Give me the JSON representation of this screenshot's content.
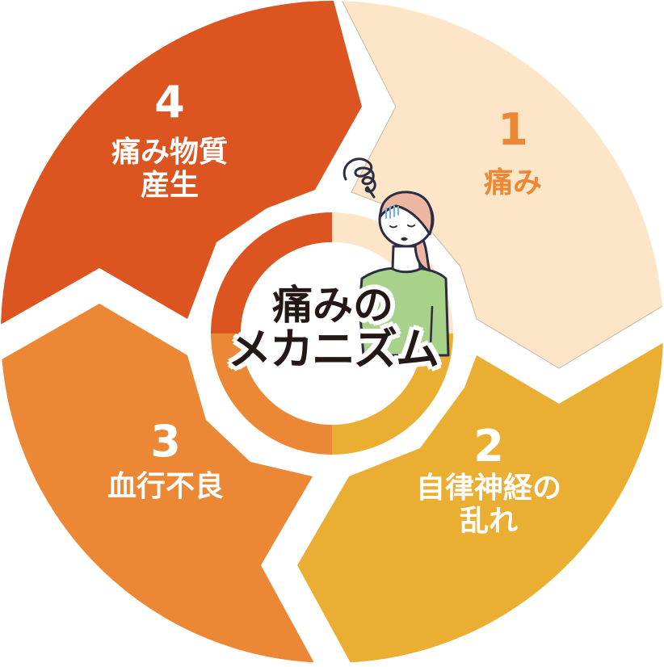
{
  "diagram": {
    "title_line1": "痛みの",
    "title_line2": "メカニズム",
    "type": "cycle",
    "colors": {
      "step1": "#FDE5C8",
      "step2": "#EAAE33",
      "step3": "#EC8835",
      "step4": "#DC5520",
      "step1_text": "#EC8835",
      "light_text": "#FFFFFF",
      "title_text": "#231815",
      "shirt": "#A8D18A",
      "hair": "#EDB6A3",
      "outline": "#2B2D42"
    },
    "steps": [
      {
        "number": "1",
        "label_line1": "痛み",
        "label_line2": ""
      },
      {
        "number": "2",
        "label_line1": "自律神経の",
        "label_line2": "乱れ"
      },
      {
        "number": "3",
        "label_line1": "血行不良",
        "label_line2": ""
      },
      {
        "number": "4",
        "label_line1": "痛み物質",
        "label_line2": "産生"
      }
    ],
    "illustration": "woman-with-headache-icon"
  }
}
